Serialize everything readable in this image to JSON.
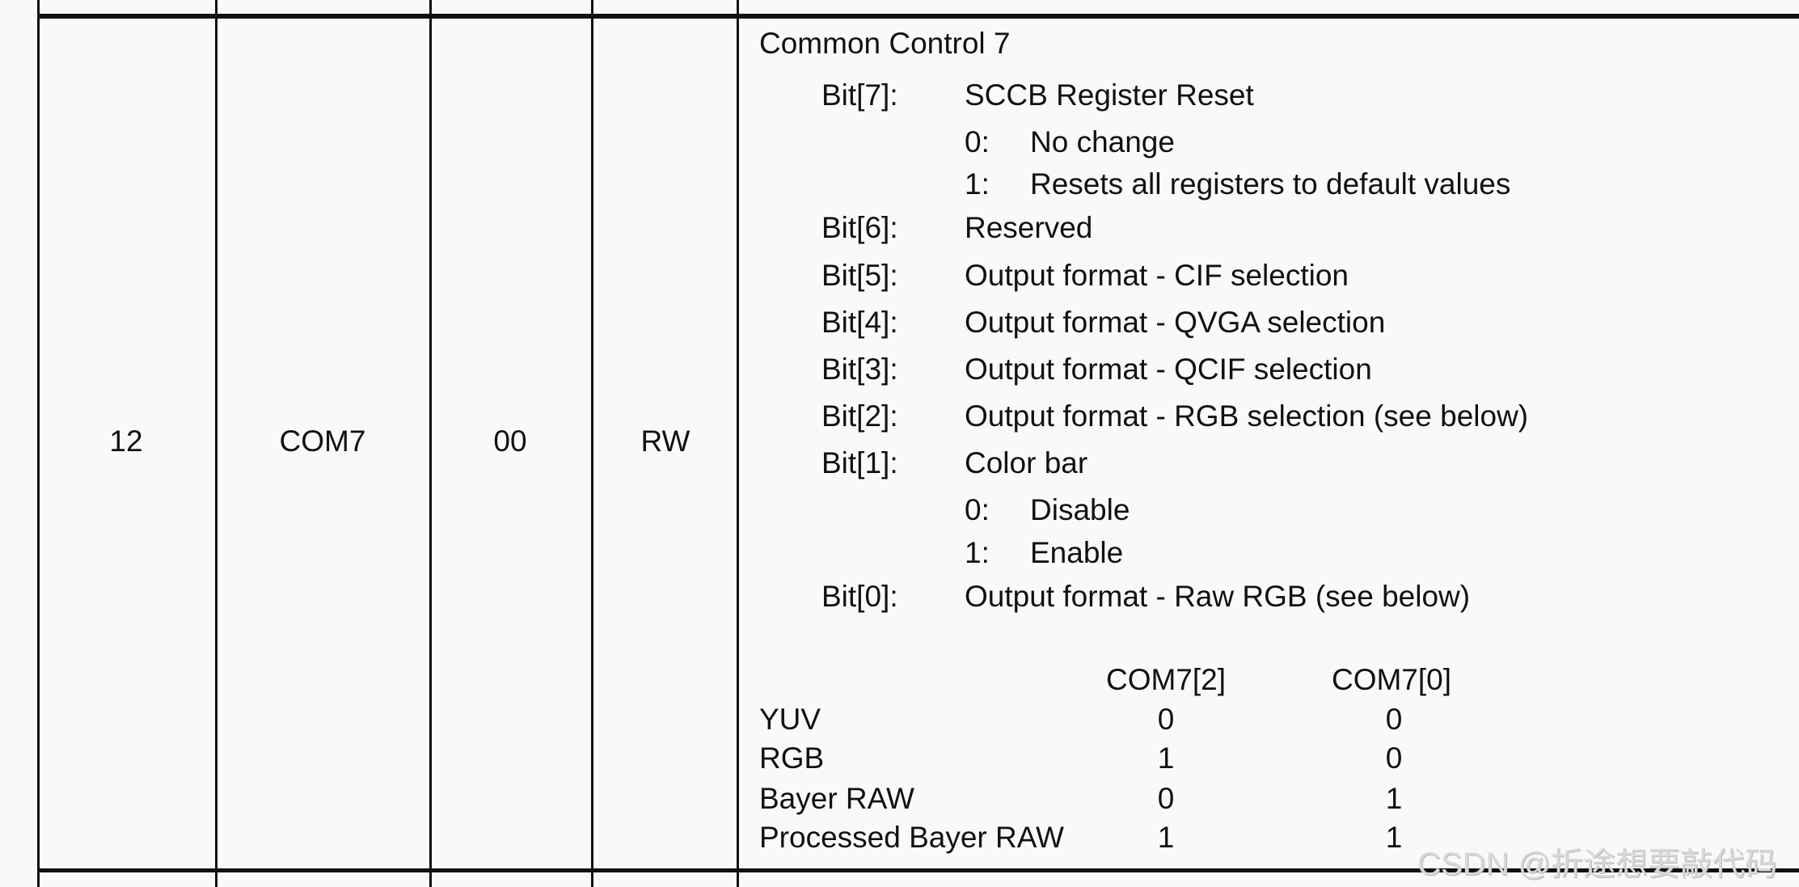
{
  "row": {
    "address": "12",
    "register": "COM7",
    "default": "00",
    "rw": "RW",
    "title": "Common Control 7",
    "bits": [
      {
        "bit": "Bit[7]:",
        "desc": "SCCB Register Reset",
        "options": [
          {
            "val": "0:",
            "text": "No change"
          },
          {
            "val": "1:",
            "text": "Resets all registers to default values"
          }
        ]
      },
      {
        "bit": "Bit[6]:",
        "desc": "Reserved"
      },
      {
        "bit": "Bit[5]:",
        "desc": "Output format - CIF selection"
      },
      {
        "bit": "Bit[4]:",
        "desc": "Output format - QVGA selection"
      },
      {
        "bit": "Bit[3]:",
        "desc": "Output format - QCIF selection"
      },
      {
        "bit": "Bit[2]:",
        "desc": "Output format - RGB selection (see below)"
      },
      {
        "bit": "Bit[1]:",
        "desc": "Color bar",
        "options": [
          {
            "val": "0:",
            "text": "Disable"
          },
          {
            "val": "1:",
            "text": "Enable"
          }
        ]
      },
      {
        "bit": "Bit[0]:",
        "desc": "Output format - Raw RGB (see below)"
      }
    ],
    "format_table": {
      "headers": [
        "COM7[2]",
        "COM7[0]"
      ],
      "rows": [
        {
          "label": "YUV",
          "values": [
            "0",
            "0"
          ]
        },
        {
          "label": "RGB",
          "values": [
            "1",
            "0"
          ]
        },
        {
          "label": "Bayer RAW",
          "values": [
            "0",
            "1"
          ]
        },
        {
          "label": "Processed Bayer RAW",
          "values": [
            "1",
            "1"
          ]
        }
      ]
    }
  },
  "watermark": "CSDN @折途想要敲代码"
}
